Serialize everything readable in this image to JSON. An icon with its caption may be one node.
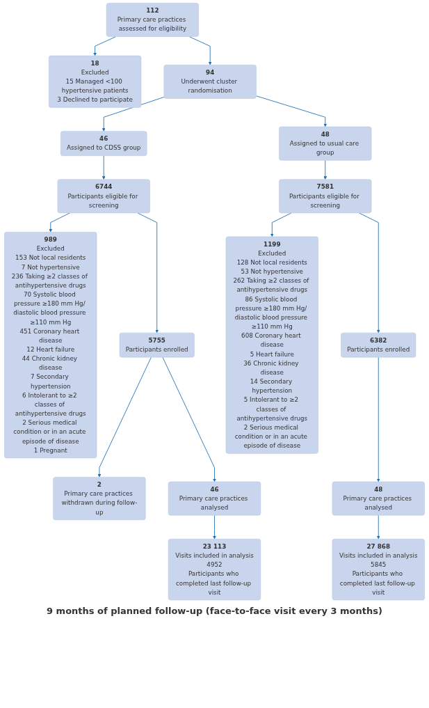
{
  "diagram": {
    "nodes": [
      {
        "text": [
          "112",
          "Primary care practices assessed for eligibility"
        ]
      },
      {
        "text": [
          "18",
          "Excluded",
          "15 Managed <100 hypertensive patients",
          "3 Declined to participate"
        ]
      },
      {
        "text": [
          "94",
          "Underwent cluster randomisation"
        ]
      },
      {
        "text": [
          "46",
          "Assigned to CDSS group"
        ]
      },
      {
        "text": [
          "48",
          "Assigned to usual care group"
        ]
      },
      {
        "text": [
          "6744",
          "Participants eligible for screening"
        ]
      },
      {
        "text": [
          "7581",
          "Participants eligible for screening"
        ]
      },
      {
        "text": [
          "989",
          "Excluded",
          "153 Not local residents",
          "7 Not hypertensive",
          "236 Taking ≥2 classes of antihypertensive drugs",
          "70 Systolic blood pressure ≥180 mm Hg/ diastolic blood pressure ≥110 mm Hg",
          "451 Coronary heart disease",
          "12 Heart failure",
          "44 Chronic kidney disease",
          "7 Secondary hypertension",
          "6 Intolerant to ≥2 classes of antihypertensive drugs",
          "2 Serious medical condition or in an acute episode of disease",
          "1 Pregnant"
        ]
      },
      {
        "text": [
          "1199",
          "Excluded",
          "128 Not local residents",
          "53 Not hypertensive",
          "262 Taking ≥2 classes of antihypertensive drugs",
          "86 Systolic blood pressure ≥180 mm Hg/ diastolic blood pressure ≥110 mm Hg",
          "608 Coronary heart disease",
          "5 Heart failure",
          "36 Chronic kidney disease",
          "14 Secondary hypertension",
          "5 Intolerant to ≥2 classes of antihypertensive drugs",
          "2 Serious medical condition or in an acute episode of disease"
        ]
      },
      {
        "text": [
          "5755",
          "Participants enrolled"
        ]
      },
      {
        "text": [
          "6382",
          "Participants enrolled"
        ]
      },
      {
        "text": [
          "2",
          "Primary care practices withdrawn during follow-up"
        ]
      },
      {
        "text": [
          "46",
          "Primary care practices analysed"
        ]
      },
      {
        "text": [
          "48",
          "Primary care practices analysed"
        ]
      },
      {
        "text": [
          "23 113",
          "Visits included in analysis",
          "4952",
          "Participants who completed last follow-up visit"
        ]
      },
      {
        "text": [
          "27 868",
          "Visits included in analysis",
          "5845",
          "Participants who completed last follow-up visit"
        ]
      }
    ],
    "edges": [
      {
        "from": 0,
        "to": 1,
        "arrow": "to"
      },
      {
        "from": 0,
        "to": 2,
        "arrow": "to"
      },
      {
        "from": 2,
        "to": 3,
        "arrow": "to"
      },
      {
        "from": 2,
        "to": 4,
        "arrow": "to"
      },
      {
        "from": 3,
        "to": 5,
        "arrow": "to"
      },
      {
        "from": 4,
        "to": 6,
        "arrow": "to"
      },
      {
        "from": 5,
        "to": 7,
        "arrow": "to"
      },
      {
        "from": 5,
        "to": 9,
        "arrow": "to"
      },
      {
        "from": 6,
        "to": 8,
        "arrow": "to"
      },
      {
        "from": 6,
        "to": 10,
        "arrow": "to"
      },
      {
        "from": 9,
        "to": 11,
        "arrow": "to"
      },
      {
        "from": 9,
        "to": 12,
        "arrow": "to"
      },
      {
        "from": 10,
        "to": 13,
        "arrow": "to"
      },
      {
        "from": 12,
        "to": 14,
        "arrow": "to"
      },
      {
        "from": 13,
        "to": 15,
        "arrow": "to"
      }
    ],
    "labels": [
      "9 months of planned follow-up (face-to-face visit every 3 months)"
    ]
  }
}
